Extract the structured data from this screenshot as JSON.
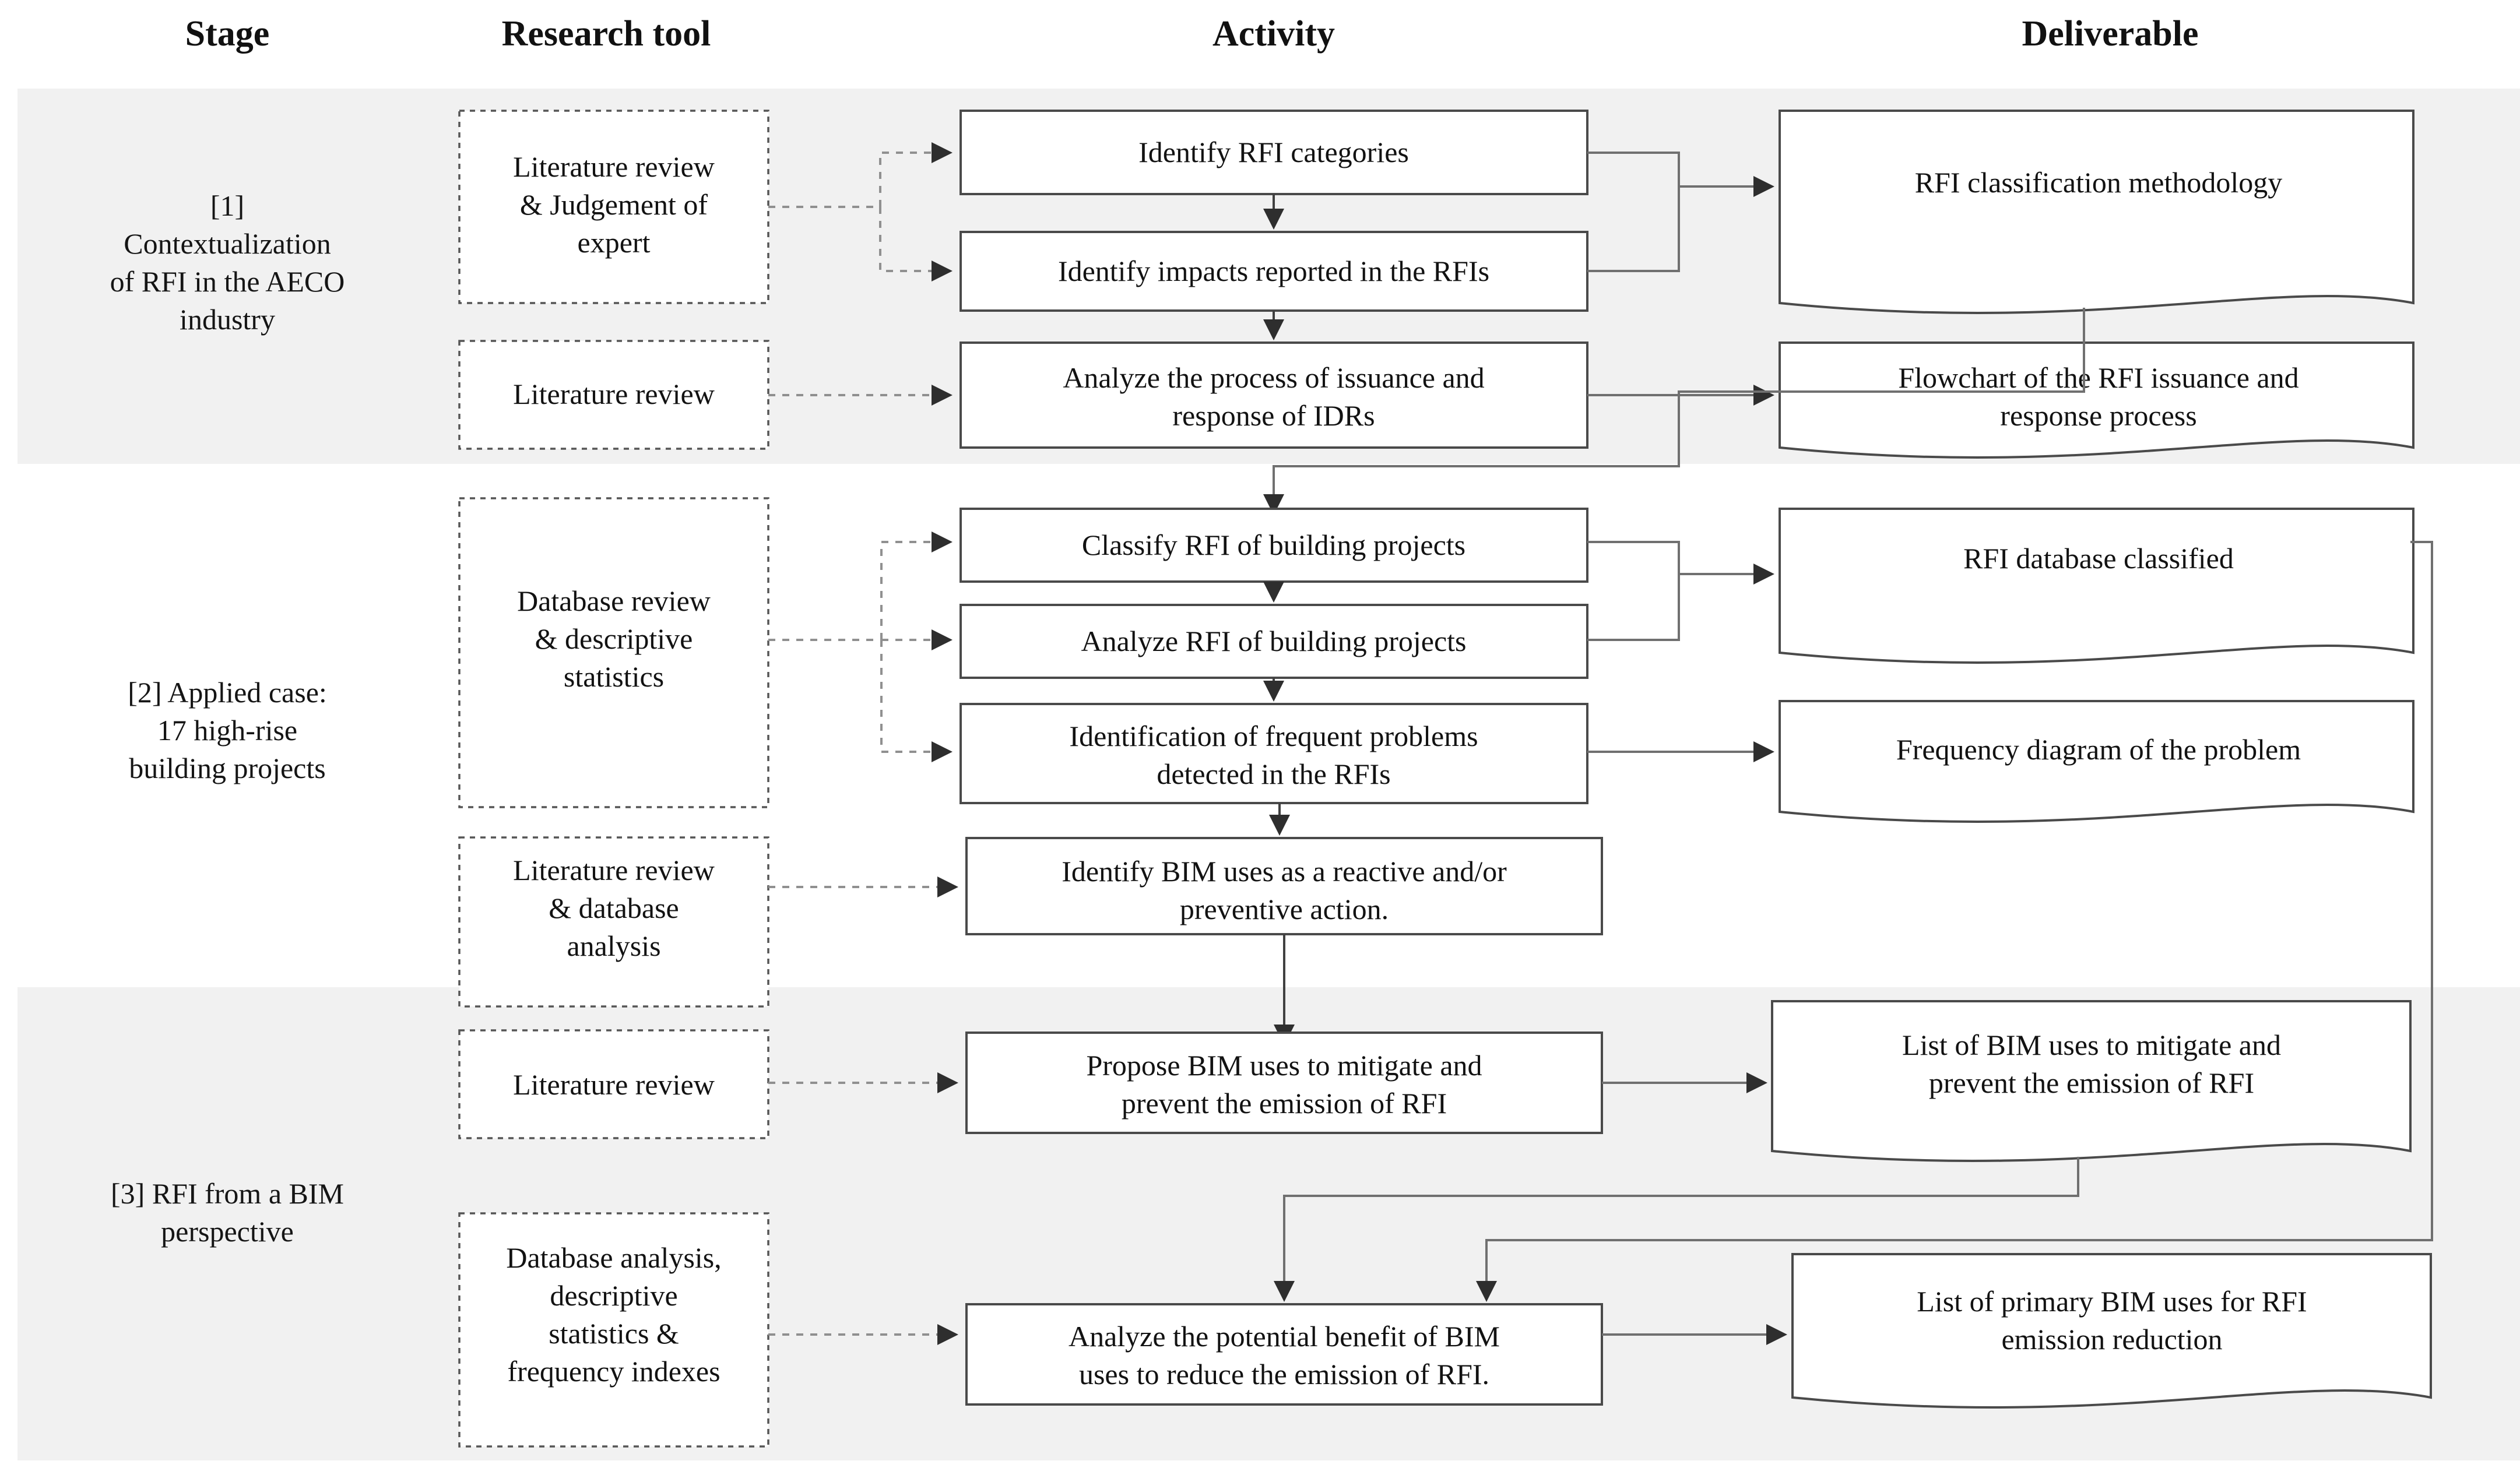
{
  "headers": {
    "stage": "Stage",
    "research_tool": "Research tool",
    "activity": "Activity",
    "deliverable": "Deliverable"
  },
  "stages": [
    {
      "id": "stage-1",
      "label_lines": [
        "[1]",
        "Contextualization",
        "of RFI in the AECO",
        "industry"
      ],
      "shaded": true,
      "tools": [
        {
          "id": "tool-1-1",
          "lines": [
            "Literature review",
            "& Judgement of",
            "expert"
          ]
        },
        {
          "id": "tool-1-2",
          "lines": [
            "Literature review"
          ]
        }
      ],
      "activities": [
        {
          "id": "act-1-1",
          "lines": [
            "Identify RFI categories"
          ]
        },
        {
          "id": "act-1-2",
          "lines": [
            "Identify impacts reported in the RFIs"
          ]
        },
        {
          "id": "act-1-3",
          "lines": [
            "Analyze the process of issuance and",
            "response of IDRs"
          ]
        }
      ],
      "deliverables": [
        {
          "id": "del-1-1",
          "lines": [
            "RFI classification methodology"
          ]
        },
        {
          "id": "del-1-2",
          "lines": [
            "Flowchart of the RFI issuance and",
            "response process"
          ]
        }
      ]
    },
    {
      "id": "stage-2",
      "label_lines": [
        "[2] Applied case:",
        "17 high-rise",
        "building projects"
      ],
      "shaded": false,
      "tools": [
        {
          "id": "tool-2-1",
          "lines": [
            "Database review",
            "& descriptive",
            "statistics"
          ]
        },
        {
          "id": "tool-2-2",
          "lines": [
            "Literature review",
            "& database",
            "analysis"
          ]
        }
      ],
      "activities": [
        {
          "id": "act-2-1",
          "lines": [
            "Classify RFI of building projects"
          ]
        },
        {
          "id": "act-2-2",
          "lines": [
            "Analyze RFI of building projects"
          ]
        },
        {
          "id": "act-2-3",
          "lines": [
            "Identification of frequent problems",
            "detected in the RFIs"
          ]
        },
        {
          "id": "act-2-4",
          "lines": [
            "Identify BIM uses as a reactive and/or",
            "preventive action."
          ]
        }
      ],
      "deliverables": [
        {
          "id": "del-2-1",
          "lines": [
            "RFI database classified"
          ]
        },
        {
          "id": "del-2-2",
          "lines": [
            "Frequency diagram of the problem"
          ]
        }
      ]
    },
    {
      "id": "stage-3",
      "label_lines": [
        "[3] RFI from a BIM",
        "perspective"
      ],
      "shaded": true,
      "tools": [
        {
          "id": "tool-3-1",
          "lines": [
            "Literature review"
          ]
        },
        {
          "id": "tool-3-2",
          "lines": [
            "Database analysis,",
            "descriptive",
            "statistics &",
            "frequency indexes"
          ]
        }
      ],
      "activities": [
        {
          "id": "act-3-1",
          "lines": [
            "Propose BIM uses to mitigate and",
            "prevent the emission of RFI"
          ]
        },
        {
          "id": "act-3-2",
          "lines": [
            "Analyze the potential benefit of BIM",
            "uses to reduce the emission of RFI."
          ]
        }
      ],
      "deliverables": [
        {
          "id": "del-3-1",
          "lines": [
            "List of BIM uses to mitigate and",
            "prevent the emission of RFI"
          ]
        },
        {
          "id": "del-3-2",
          "lines": [
            "List of primary BIM uses for RFI",
            "emission reduction"
          ]
        }
      ]
    }
  ],
  "colors": {
    "band_shaded": "#f1f1f1",
    "page_background": "#ffffff",
    "box_stroke": "#4a4a4a",
    "connector_solid": "#707070",
    "connector_dotted": "#909090",
    "text": "#121212"
  }
}
